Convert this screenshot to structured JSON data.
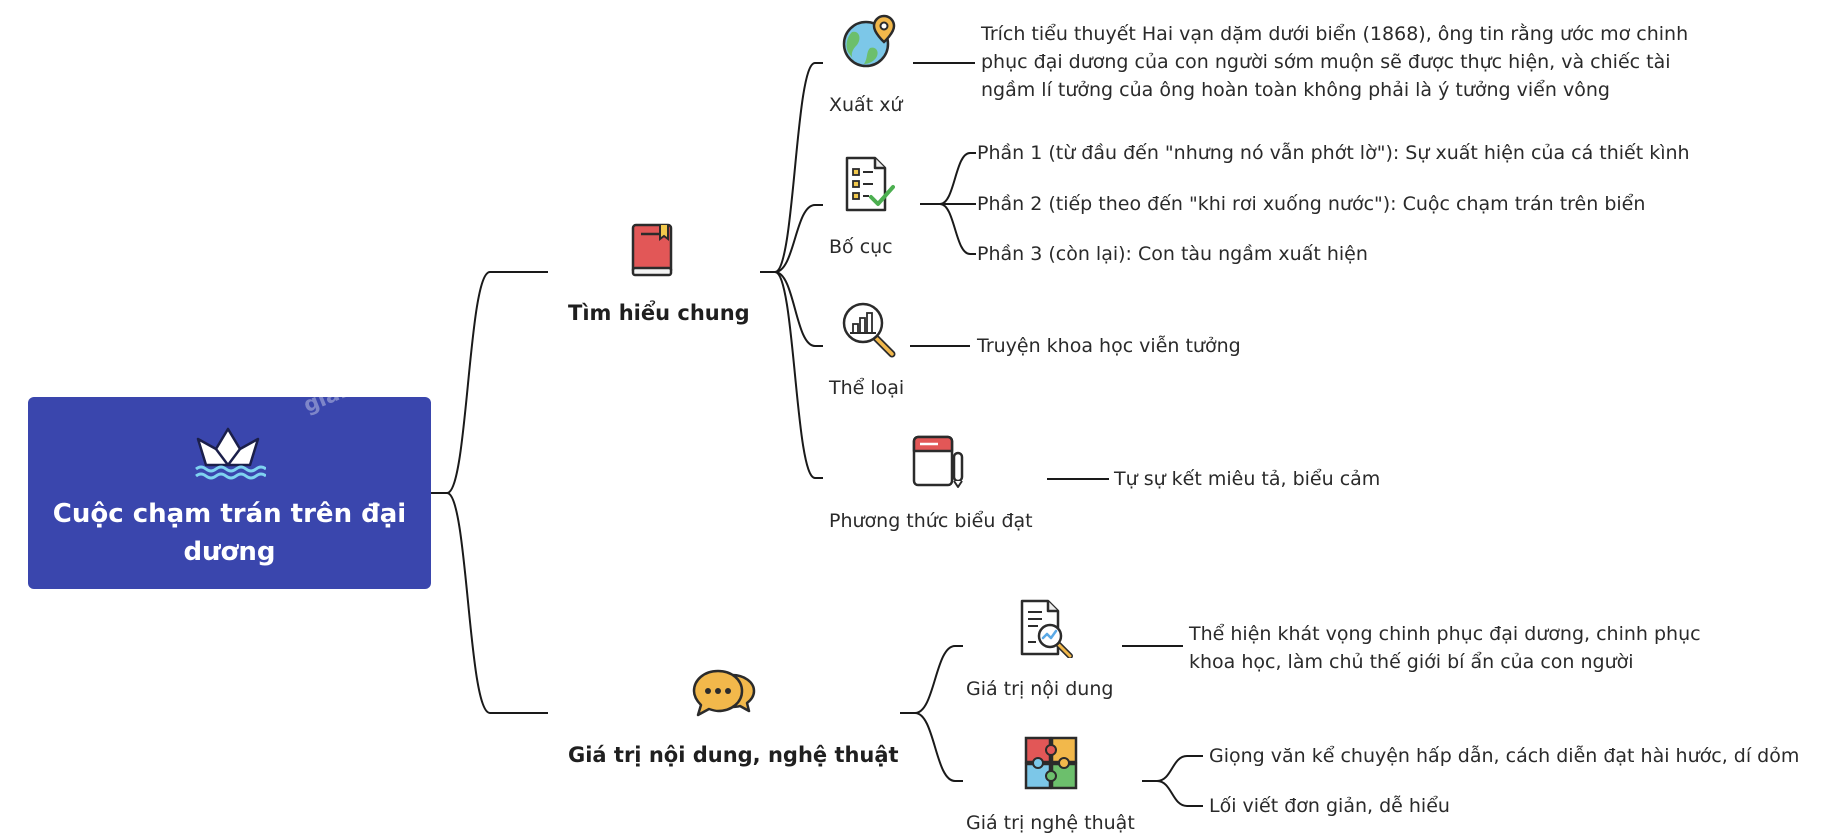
{
  "root": {
    "title_line1": "Cuộc chạm trán trên đại",
    "title_line2": "dương",
    "icon": "paper-boat-icon",
    "watermark": "giaihay.com",
    "color": "#3a46ad"
  },
  "branches": [
    {
      "label": "Tìm hiểu chung",
      "icon": "book-icon",
      "children": [
        {
          "label": "Xuất xứ",
          "icon": "globe-location-icon",
          "leaves": [
            "Trích tiểu thuyết Hai vạn dặm dưới biển (1868), ông tin rằng ước mơ chinh",
            "phục đại dương của con người sớm muộn sẽ được thực hiện, và chiếc tài",
            "ngầm lí tưởng của ông hoàn toàn không phải là ý tưởng viển vông"
          ]
        },
        {
          "label": "Bố cục",
          "icon": "checklist-icon",
          "leaves": [
            "Phần 1 (từ đầu đến \"nhưng nó vẫn phớt lờ\"): Sự xuất hiện của cá thiết kình",
            "Phần 2 (tiếp theo đến \"khi rơi xuống nước\"): Cuộc chạm trán trên biển",
            "Phần 3 (còn lại): Con tàu ngầm xuất hiện"
          ]
        },
        {
          "label": "Thể loại",
          "icon": "magnifier-chart-icon",
          "leaves": [
            "Truyện khoa học viễn tưởng"
          ]
        },
        {
          "label": "Phương thức biểu đạt",
          "icon": "notebook-icon",
          "leaves": [
            "Tự sự kết miêu tả, biểu cảm"
          ]
        }
      ]
    },
    {
      "label": "Giá trị nội dung, nghệ thuật",
      "icon": "chat-bubbles-icon",
      "children": [
        {
          "label": "Giá trị nội dung",
          "icon": "document-analysis-icon",
          "leaves": [
            "Thể hiện khát vọng chinh phục đại dương, chinh phục",
            "khoa học, làm chủ thế giới bí ẩn của con người"
          ]
        },
        {
          "label": "Giá trị nghệ thuật",
          "icon": "puzzle-icon",
          "leaves": [
            "Giọng văn kể chuyện hấp dẫn, cách diễn đạt hài hước, dí dỏm",
            "Lối viết đơn giản, dễ hiểu"
          ]
        }
      ]
    }
  ]
}
